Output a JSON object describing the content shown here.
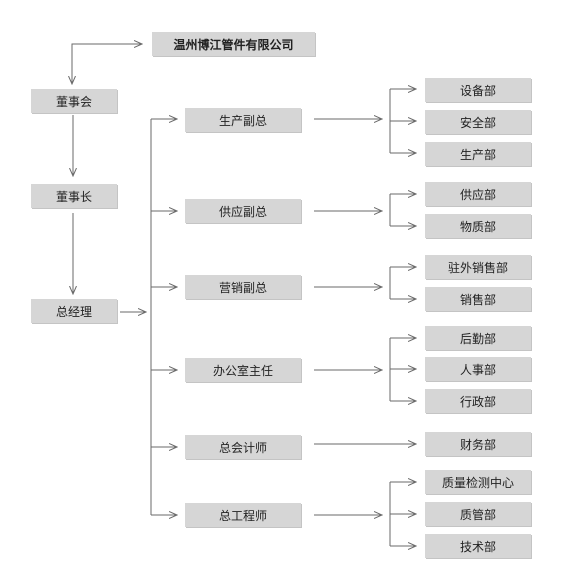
{
  "company": "温州博江管件有限公司",
  "board": "董事会",
  "chairman": "董事长",
  "general_manager": "总经理",
  "executives": [
    {
      "title": "生产副总",
      "departments": [
        "设备部",
        "安全部",
        "生产部"
      ]
    },
    {
      "title": "供应副总",
      "departments": [
        "供应部",
        "物质部"
      ]
    },
    {
      "title": "营销副总",
      "departments": [
        "驻外销售部",
        "销售部"
      ]
    },
    {
      "title": "办公室主任",
      "departments": [
        "后勤部",
        "人事部",
        "行政部"
      ]
    },
    {
      "title": "总会计师",
      "departments": [
        "财务部"
      ]
    },
    {
      "title": "总工程师",
      "departments": [
        "质量检测中心",
        "质管部",
        "技术部"
      ]
    }
  ]
}
